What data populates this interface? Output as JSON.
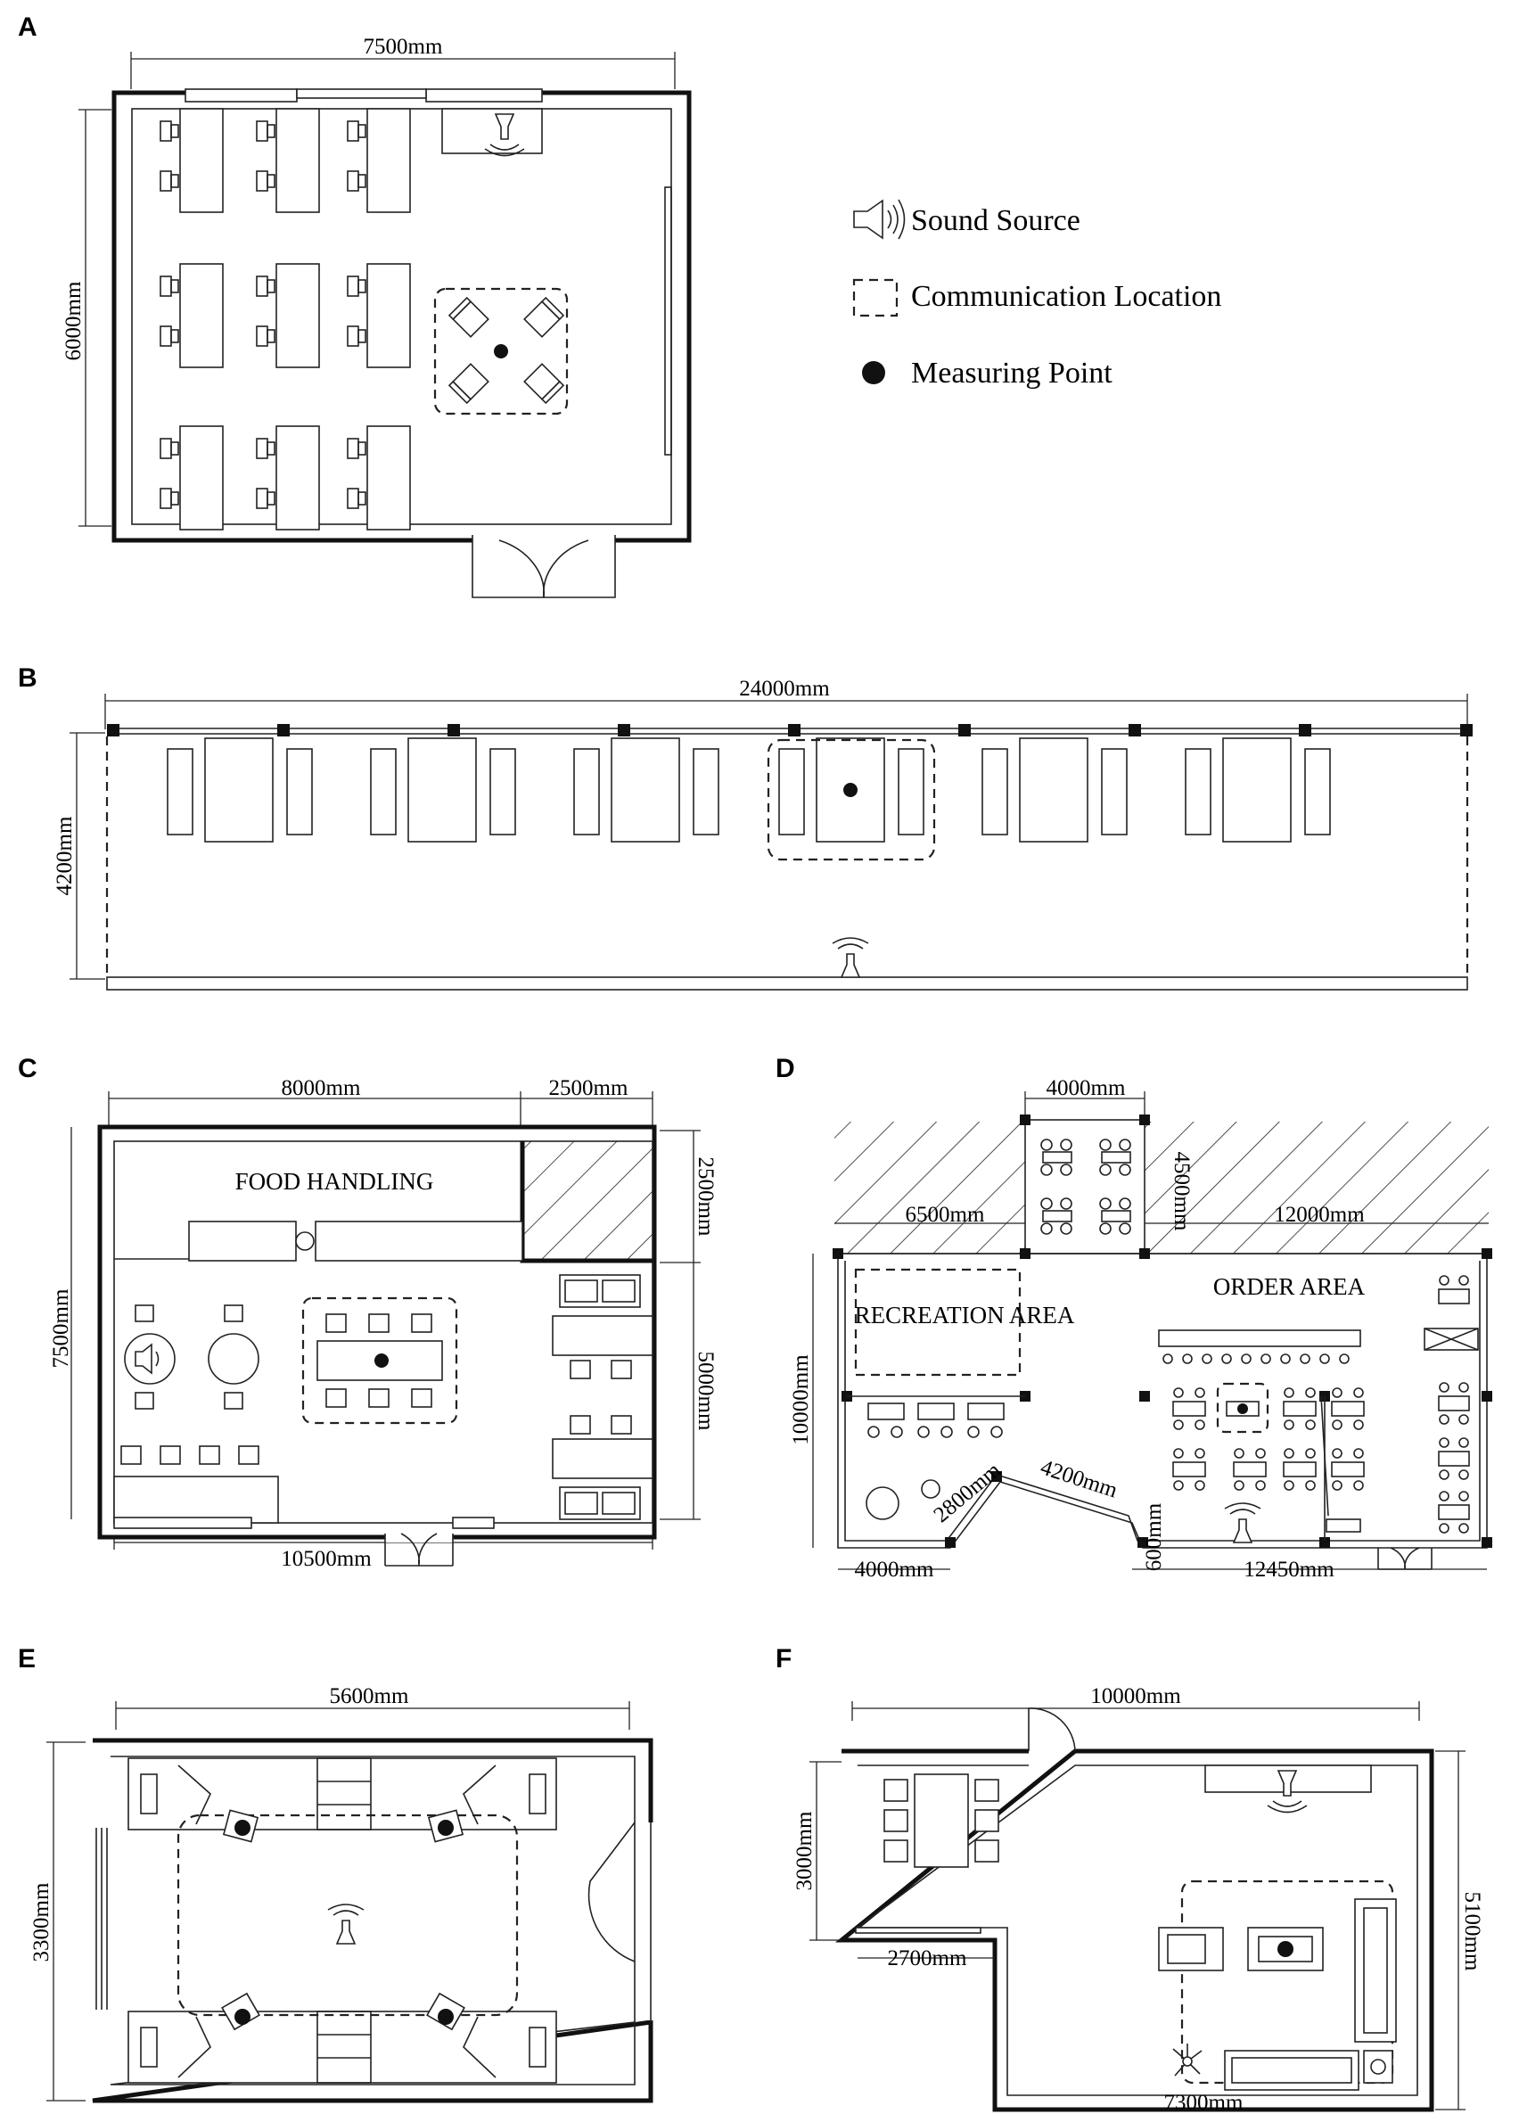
{
  "panels": {
    "A": {
      "letter": "A",
      "dims": {
        "width": "7500mm",
        "height": "6000mm"
      }
    },
    "B": {
      "letter": "B",
      "dims": {
        "width": "24000mm",
        "height": "4200mm"
      }
    },
    "C": {
      "letter": "C",
      "dims": {
        "top_left": "8000mm",
        "top_right": "2500mm",
        "left": "7500mm",
        "right_top": "2500mm",
        "right_bottom": "5000mm",
        "bottom": "10500mm"
      },
      "labels": {
        "food": "FOOD HANDLING"
      }
    },
    "D": {
      "letter": "D",
      "dims": {
        "top": "4000mm",
        "side_top": "4500mm",
        "left_top": "6500mm",
        "right_top": "12000mm",
        "left": "10000mm",
        "diag1": "2800mm",
        "diag2": "4200mm",
        "small": "600mm",
        "bottom_left": "4000mm",
        "bottom_right": "12450mm"
      },
      "labels": {
        "recreation": "RECREATION AREA",
        "order": "ORDER AREA"
      }
    },
    "E": {
      "letter": "E",
      "dims": {
        "width": "5600mm",
        "height": "3300mm"
      }
    },
    "F": {
      "letter": "F",
      "dims": {
        "top": "10000mm",
        "left": "3000mm",
        "right": "5100mm",
        "inner": "2700mm",
        "bottom": "7300mm"
      }
    }
  },
  "legend": {
    "sound_source": "Sound Source",
    "communication_location": "Communication Location",
    "measuring_point": "Measuring Point"
  }
}
